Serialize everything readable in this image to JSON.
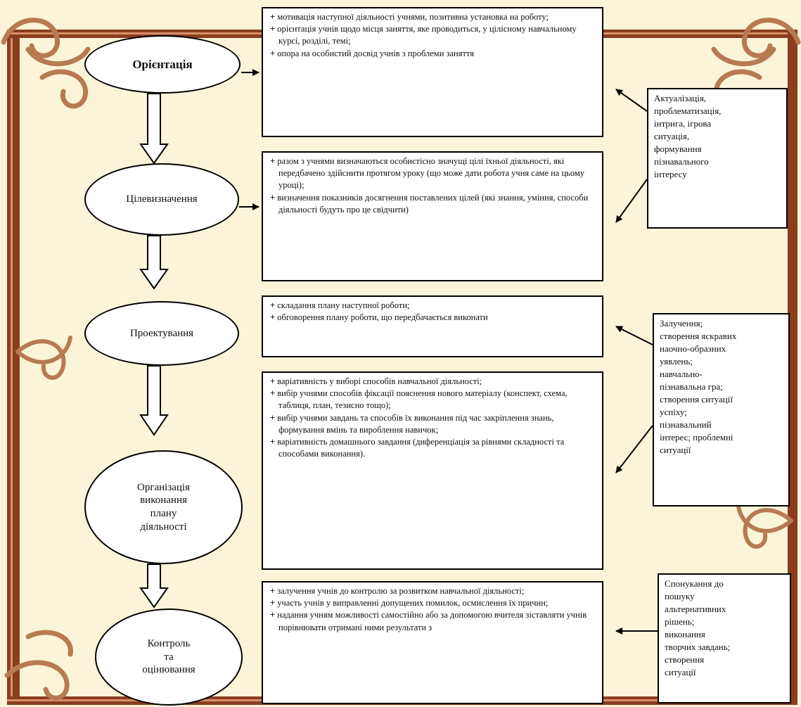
{
  "colors": {
    "background": "#fbf4d8",
    "frame": "#8b3d1e",
    "ornament": "#d4a070",
    "box_fill": "#ffffff",
    "stroke": "#000000"
  },
  "stages": [
    {
      "label": "Орієнтація"
    },
    {
      "label": "Цілевизначення"
    },
    {
      "label": "Проектування"
    },
    {
      "label": "Організація\nвиконання\nплану\nдіяльності"
    },
    {
      "label": "Контроль\nта\nоцінювання"
    }
  ],
  "boxes": [
    {
      "items": [
        "мотивація наступної діяльності учнями, позитивна установка на роботу;",
        "орієнтація учнів щодо місця заняття, яке проводиться, у цілісному навчальному курсі, розділі, темі;",
        "опора на особистий досвід учнів з проблеми заняття"
      ]
    },
    {
      "items": [
        "разом з учнями визначаються особистісно значущі цілі їхньої діяльності, які передбачено здійснити протягом уроку (що може дати робота учня саме на цьому уроці);",
        "визначення показників досягнення поставлених цілей (які знання, уміння, способи діяльності будуть про це свідчити)"
      ]
    },
    {
      "items": [
        "складання плану наступної роботи;",
        "обговорення плану роботи, що передбачається виконати"
      ]
    },
    {
      "items": [
        "варіативність у виборі способів навчальної діяльності;",
        "вибір учнями способів фіксації пояснення нового матеріалу (конспект, схема, таблиця, план, тезисно тощо);",
        "вибір учнями завдань та способів їх виконання під час закріплення знань, формування вмінь та вироблення навичок;",
        "варіативність домашнього завдання (диференціація за рівнями складності та способами виконання)."
      ]
    },
    {
      "items": [
        "залучення учнів до контролю за розвитком навчальної діяльності;",
        "участь учнів у виправленні допущених помилок, осмислення їх причин;",
        "надання учням можливості самостійно або за допомогою вчителя зіставляти учнів порівнювати отримані ними результати з"
      ]
    }
  ],
  "side_notes": [
    {
      "text": "Актуалізація,\nпроблематизація,\nінтрига, ігрова\nситуація,\nформування\nпізнавального\nінтересу"
    },
    {
      "text": "Залучення;\nстворення яскравих\nнаочно-образних\nуявлень;\nнавчально-\nпізнавальна гра;\nстворення ситуації\nуспіху;\nпізнавальний\nінтерес; проблемні\nситуації"
    },
    {
      "text": "Спонукання до\nпошуку\nальтернативних\nрішень;\nвиконання\nтворчих завдань;\nстворення\nситуації"
    }
  ]
}
